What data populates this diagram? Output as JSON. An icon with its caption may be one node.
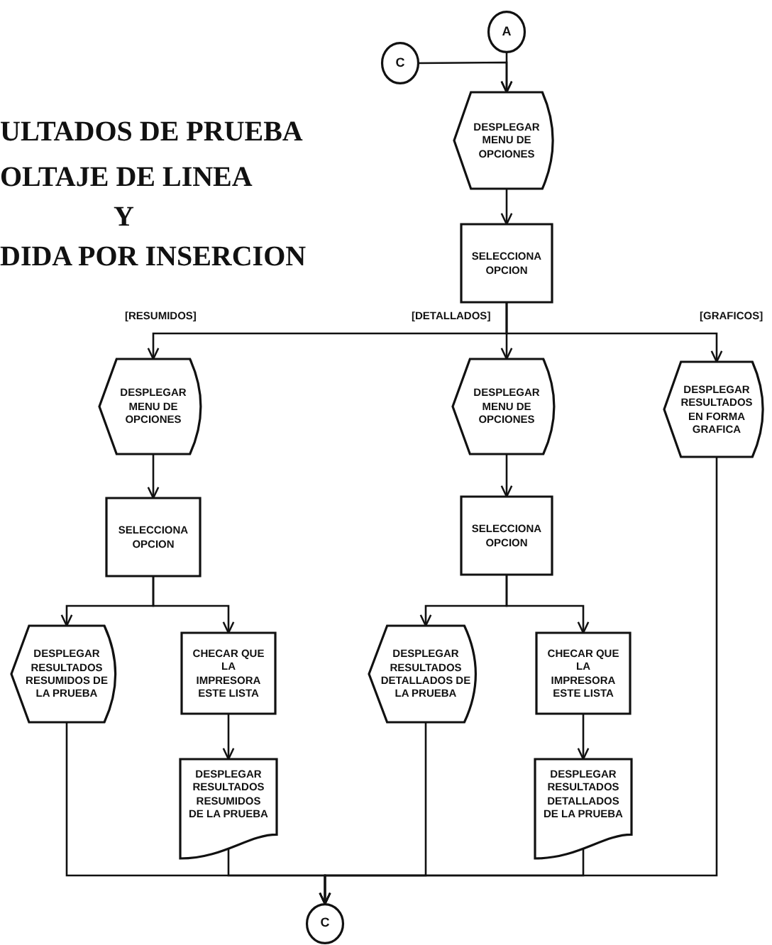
{
  "diagram": {
    "nodes": [
      {
        "text": [
          "A"
        ]
      },
      {
        "text": [
          "C"
        ]
      },
      {
        "text": [
          "DESPLEGAR MENU DE OPCIONES"
        ]
      },
      {
        "text": [
          "SELECCIONA OPCION"
        ]
      },
      {
        "text": [
          "DESPLEGAR MENU DE OPCIONES"
        ]
      },
      {
        "text": [
          "DESPLEGAR MENU DE OPCIONES"
        ]
      },
      {
        "text": [
          "DESPLEGAR RESULTADOS EN FORMA GRAFICA"
        ]
      },
      {
        "text": [
          "SELECCIONA OPCION"
        ]
      },
      {
        "text": [
          "SELECCIONA OPCION"
        ]
      },
      {
        "text": [
          "DESPLEGAR RESULTADOS RESUMIDOS DE LA PRUEBA"
        ]
      },
      {
        "text": [
          "CHECAR QUE LA IMPRESORA ESTE LISTA"
        ]
      },
      {
        "text": [
          "DESPLEGAR RESULTADOS RESUMIDOS DE LA PRUEBA"
        ]
      },
      {
        "text": [
          "DESPLEGAR RESULTADOS DETALLADOS DE LA PRUEBA"
        ]
      },
      {
        "text": [
          "CHECAR QUE LA IMPRESORA ESTE LISTA"
        ]
      },
      {
        "text": [
          "DESPLEGAR RESULTADOS DETALLADOS DE LA PRUEBA"
        ]
      },
      {
        "text": [
          "C"
        ]
      }
    ],
    "edges": [
      {
        "from": 0,
        "to": 2,
        "arrow": "to"
      },
      {
        "from": 1,
        "to": 2,
        "arrow": "to"
      },
      {
        "from": 2,
        "to": 3,
        "arrow": "to"
      },
      {
        "from": 3,
        "to": 4,
        "arrow": "to",
        "label": "[RESUMIDOS]"
      },
      {
        "from": 3,
        "to": 5,
        "arrow": "to",
        "label": "[DETALLADOS]"
      },
      {
        "from": 3,
        "to": 6,
        "arrow": "to",
        "label": "[GRAFICOS]"
      },
      {
        "from": 4,
        "to": 7,
        "arrow": "to"
      },
      {
        "from": 7,
        "to": 9,
        "arrow": "to"
      },
      {
        "from": 7,
        "to": 10,
        "arrow": "to"
      },
      {
        "from": 10,
        "to": 11,
        "arrow": "to"
      },
      {
        "from": 8,
        "to": 12,
        "arrow": "to"
      },
      {
        "from": 8,
        "to": 13,
        "arrow": "to"
      },
      {
        "from": 13,
        "to": 14,
        "arrow": "to"
      },
      {
        "from": 9,
        "to": 15,
        "arrow": "to"
      },
      {
        "from": 11,
        "to": 15,
        "arrow": "to"
      },
      {
        "from": 12,
        "to": 15,
        "arrow": "to"
      },
      {
        "from": 14,
        "to": 15,
        "arrow": "to"
      },
      {
        "from": 6,
        "to": 15,
        "arrow": "to"
      },
      {
        "from": 5,
        "to": 8,
        "arrow": "to"
      }
    ],
    "labels": [
      "ULTADOS DE PRUEBA",
      "OLTAJE DE LINEA",
      "Y",
      "DIDA POR INSERCION"
    ]
  }
}
